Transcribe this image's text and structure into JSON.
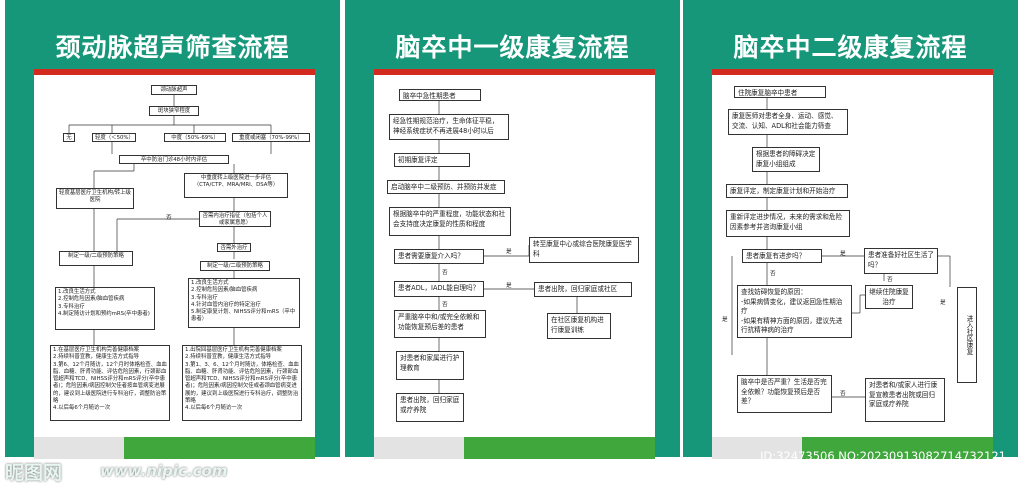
{
  "watermark": {
    "logo": "昵图网",
    "site": "www.nipic.com",
    "id": "ID:32473506 NO:20230913082714732121"
  },
  "panel1": {
    "title": "颈动脉超声筛查流程",
    "nodes": {
      "n1": "颈动脉超声",
      "n2": "斑块狭窄程度",
      "n3": "无",
      "n4": "轻度（＜50%）",
      "n5": "中度（50%-69%）",
      "n6": "重度或闭塞（70%-99%）",
      "n7": "卒中防治门诊48小时内评估",
      "n8": "轻度基层医疗卫生机构/转上级医院",
      "n9": "中重度转上级医院进一步评估（CTA/CTP、MRA/MRI、DSA等）",
      "n10": "否需内治疗指征（包括个人或家属意愿）",
      "n11": "否",
      "n12": "制定一级/二级预防策略",
      "n13": "否需外治疗",
      "n14": "制定一级/二级预防策略",
      "n15": "1.改良生活方式\n2.控制危险因素/脑血管疾病\n3.专科治疗\n4.制定随访计划和预约mRS(卒中患者)",
      "n16": "1.改良生活方式\n2.控制危险因素/脑血管疾病\n3.专科治疗\n4.针对血管内治疗的特定治疗\n5.制定康复计划、NIHSS评分和mRS（卒中患者）",
      "n17": "1.在基层医疗卫生机构完善健康档案\n2.持续科普宣教，健康生活方式指导\n3.第6、12个月随访，12个月时体格检查、血血脂、血糖、肝肾功能、评估危险因素，行颈部血管超声和TCD、NIHSS评分和mRS评分(卒中患者)；危险因素/病因控制欠佳者按血管病变进展的，建议到上级医院进行专科治疗，调整防治策略\n4.以后每6个月随访一次",
      "n18": "1.出院回基层医疗卫生机构完善健康档案\n2.持续科普宣教，健康生活方式指导\n3.第1、3、6、12个月时随访，体格检查、血血脂、血糖、肝肾功能、评估危险因素，行颈部血管超声和TCD、NIHSS评分和mRS评分(卒中患者)；危险因素/病因控制欠佳或者颈血管病变进展的，建议到上级医院进行专科治疗，调整防治策略\n4.以后每6个月随访一次"
    }
  },
  "panel2": {
    "title": "脑卒中一级康复流程",
    "nodes": {
      "a1": "脑卒中急性期患者",
      "a2": "经急性期规范治疗，生命体征平稳，神经系统症状不再进展48小时以后",
      "a3": "初期康复评定",
      "a4": "启动脑卒中二级预防、并预防并发症",
      "a5": "根据脑卒中的严重程度，功能状态和社会支持度决定康复的性质和程度",
      "a6": "患者需要康复介入吗？",
      "a7": "转至康复中心或综合医院康复医学科",
      "a8": "患者ADL，IADL能自理吗？",
      "a9": "患者出院，回归家庭或社区",
      "a10": "严重脑卒中和/或完全依赖和功能恢复预后差的患者",
      "a11": "在社区康复机构进行康复训练",
      "a12": "对患者和家属进行护理教育",
      "a13": "患者出院，回归家庭或疗养院"
    },
    "labels": {
      "yes1": "是",
      "no1": "否",
      "yes2": "是",
      "no2": "否"
    }
  },
  "panel3": {
    "title": "脑卒中二级康复流程",
    "nodes": {
      "b1": "住院康复脑卒中患者",
      "b2": "康复医师对患者全身、运动、感觉、交流、认知、ADL和社会能力筛查",
      "b3": "根据患者的障碍决定康复小组组成",
      "b4": "康复评定，制定康复计划和开始治疗",
      "b5": "重新评定进步情况，未来的需求和危险因素参考并咨询康复小组",
      "b6": "患者康复有进步吗？",
      "b7": "患者准备好社区生活了吗？",
      "b8": "继续住院康复治疗",
      "b9": "进入社区康复",
      "b10": "查找妨碍恢复的原因：\n-如果病情变化，建议返回急性期治疗\n-如果有精神方面的原因，建议先进行抗精神病的治疗",
      "b11": "脑卒中是否严重？生活是否完全依赖？功能恢复预后是否差？",
      "b12": "对患者和/或家人进行康复宣教患者出院或回归家庭或疗养院"
    },
    "labels": {
      "yes1": "是",
      "no1": "否",
      "no2": "否",
      "yes2": "是",
      "no3": "否",
      "yes3": "是"
    }
  }
}
